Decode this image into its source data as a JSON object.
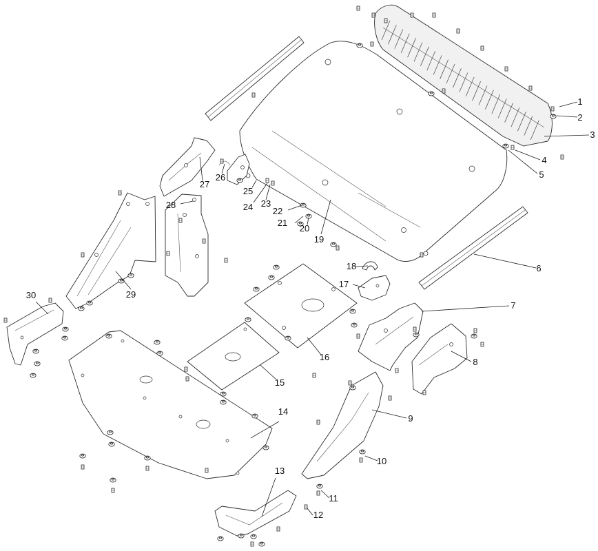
{
  "callouts": [
    {
      "label": "1"
    },
    {
      "label": "2"
    },
    {
      "label": "3"
    },
    {
      "label": "4"
    },
    {
      "label": "5"
    },
    {
      "label": "6"
    },
    {
      "label": "7"
    },
    {
      "label": "8"
    },
    {
      "label": "9"
    },
    {
      "label": "10"
    },
    {
      "label": "11"
    },
    {
      "label": "12"
    },
    {
      "label": "13"
    },
    {
      "label": "14"
    },
    {
      "label": "15"
    },
    {
      "label": "16"
    },
    {
      "label": "17"
    },
    {
      "label": "18"
    },
    {
      "label": "19"
    },
    {
      "label": "20"
    },
    {
      "label": "21"
    },
    {
      "label": "22"
    },
    {
      "label": "23"
    },
    {
      "label": "24"
    },
    {
      "label": "25"
    },
    {
      "label": "26"
    },
    {
      "label": "27"
    },
    {
      "label": "28"
    },
    {
      "label": "29"
    },
    {
      "label": "30"
    }
  ]
}
